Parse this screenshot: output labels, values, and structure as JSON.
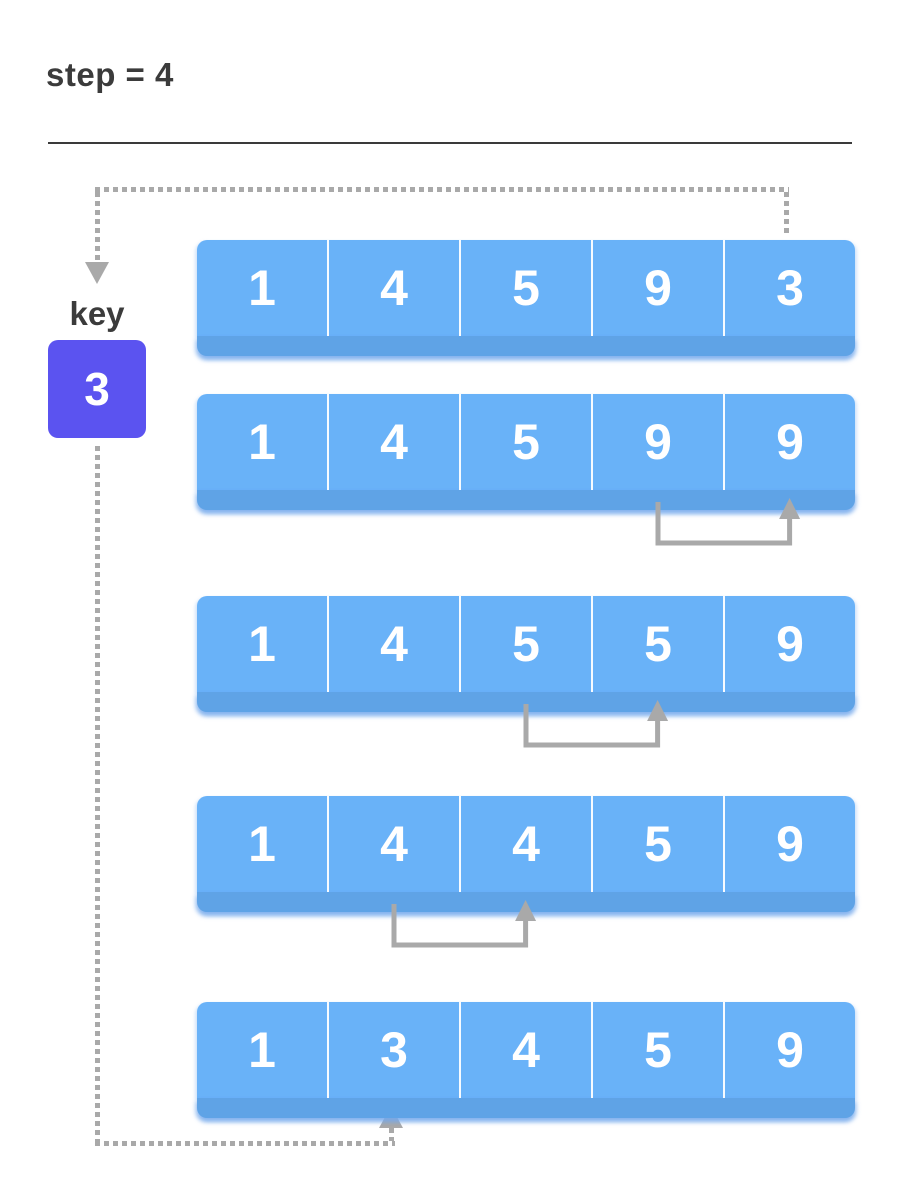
{
  "title": "step = 4",
  "key": {
    "label": "key",
    "value": "3"
  },
  "rows": [
    {
      "values": [
        "1",
        "4",
        "5",
        "9",
        "3"
      ]
    },
    {
      "values": [
        "1",
        "4",
        "5",
        "9",
        "9"
      ]
    },
    {
      "values": [
        "1",
        "4",
        "5",
        "5",
        "9"
      ]
    },
    {
      "values": [
        "1",
        "4",
        "4",
        "5",
        "9"
      ]
    },
    {
      "values": [
        "1",
        "3",
        "4",
        "5",
        "9"
      ]
    }
  ],
  "shift_arrows": [
    {
      "row": 1,
      "from_index": 3,
      "to_index": 4
    },
    {
      "row": 2,
      "from_index": 2,
      "to_index": 3
    },
    {
      "row": 3,
      "from_index": 1,
      "to_index": 2
    }
  ],
  "key_extract": {
    "from_row": 0,
    "from_index": 4
  },
  "key_insert": {
    "to_row": 4,
    "to_index": 1
  },
  "colors": {
    "blue": "#69b2f8",
    "strip": "#5fa3e6",
    "purple": "#5b53f0",
    "gray": "#a9a9a9",
    "ink": "#3b3b3b"
  }
}
